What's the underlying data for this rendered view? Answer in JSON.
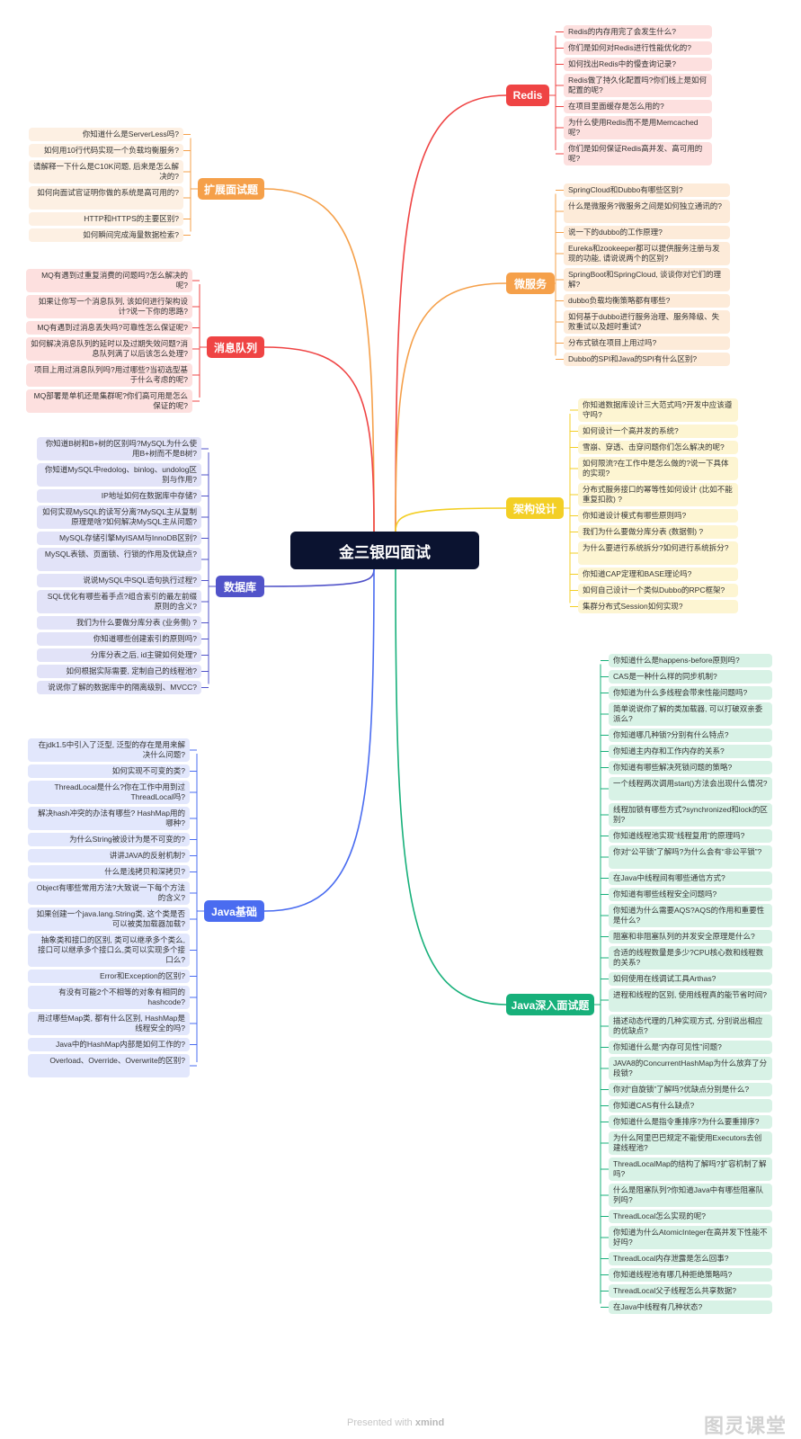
{
  "root": {
    "label": "金三银四面试"
  },
  "branches": [
    {
      "label": "Redis",
      "color": "#ef4444",
      "leafBg": "#fde0df",
      "items": [
        "Redis的内存用完了会发生什么?",
        "你们是如何对Redis进行性能优化的?",
        "如何找出Redis中的慢查询记录?",
        "Redis做了持久化配置吗?你们线上是如何配置的呢?",
        "在项目里面缓存是怎么用的?",
        "为什么使用Redis而不是用Memcached呢?",
        "你们是如何保证Redis高并发、高可用的呢?"
      ]
    },
    {
      "label": "微服务",
      "color": "#f5a04a",
      "leafBg": "#fdebd9",
      "items": [
        "SpringCloud和Dubbo有哪些区别?",
        "什么是微服务?微服务之间是如何独立通讯的?",
        "说一下的dubbo的工作原理?",
        "Eureka和zookeeper都可以提供服务注册与发现的功能, 请说说两个的区别?",
        "SpringBoot和SpringCloud, 谈谈你对它们的理解?",
        "dubbo负载均衡策略都有哪些?",
        "如何基于dubbo进行服务治理、服务降级、失败重试以及超时重试?",
        "分布式锁在项目上用过吗?",
        "Dubbo的SPI和Java的SPI有什么区别?"
      ]
    },
    {
      "label": "架构设计",
      "color": "#f3cf26",
      "leafBg": "#fdf5d2",
      "items": [
        "你知道数据库设计三大范式吗?开发中应该遵守吗?",
        "如何设计一个高并发的系统?",
        "雪崩、穿透、击穿问题你们怎么解决的呢?",
        "如何限流?在工作中是怎么做的?说一下具体的实现?",
        "分布式服务接口的幂等性如何设计 (比如不能重复扣款) ?",
        "你知道设计模式有哪些原则吗?",
        "我们为什么要做分库分表 (数据侧) ?",
        "为什么要进行系统拆分?如何进行系统拆分?",
        "你知道CAP定理和BASE理论吗?",
        "如何自己设计一个类似Dubbo的RPC框架?",
        "集群分布式Session如何实现?"
      ]
    },
    {
      "label": "Java深入面试题",
      "color": "#17b07a",
      "leafBg": "#d8f2e6",
      "items": [
        "你知道什么是happens-before原则吗?",
        "CAS是一种什么样的同步机制?",
        "你知道为什么多线程会带来性能问题吗?",
        "简单说说你了解的类加载器, 可以打破双亲委派么?",
        "你知道哪几种锁?分别有什么特点?",
        "你知道主内存和工作内存的关系?",
        "你知道有哪些解决死锁问题的策略?",
        "一个线程两次调用start()方法会出现什么情况?",
        "线程加锁有哪些方式?synchronized和lock的区别?",
        "你知道线程池实现“线程复用”的原理吗?",
        "你对“公平锁”了解吗?为什么会有“非公平锁”?",
        "在Java中线程间有哪些通信方式?",
        "你知道有哪些线程安全问题吗?",
        "你知道为什么需要AQS?AQS的作用和重要性是什么?",
        "阻塞和非阻塞队列的并发安全原理是什么?",
        "合适的线程数量是多少?CPU核心数和线程数的关系?",
        "如何使用在线调试工具Arthas?",
        "进程和线程的区别, 使用线程真的能节省时间?",
        "描述动态代理的几种实现方式, 分别说出相应的优缺点?",
        "你知道什么是“内存可见性”问题?",
        "JAVA8的ConcurrentHashMap为什么放弃了分段锁?",
        "你对“自旋锁”了解吗?优缺点分别是什么?",
        "你知道CAS有什么缺点?",
        "你知道什么是指令重排序?为什么要重排序?",
        "为什么阿里巴巴规定不能使用Executors去创建线程池?",
        "ThreadLocalMap的结构了解吗?扩容机制了解吗?",
        "什么是阻塞队列?你知道Java中有哪些阻塞队列吗?",
        "ThreadLocal怎么实现的呢?",
        "你知道为什么AtomicInteger在高并发下性能不好吗?",
        "ThreadLocal内存泄露是怎么回事?",
        "你知道线程池有哪几种拒绝策略吗?",
        "ThreadLocal父子线程怎么共享数据?",
        "在Java中线程有几种状态?"
      ]
    },
    {
      "label": "扩展面试题",
      "color": "#f5a04a",
      "leafBg": "#fdf0e3",
      "items": [
        "你知道什么是ServerLess吗?",
        "如何用10行代码实现一个负载均衡服务?",
        "请解释一下什么是C10K问题, 后来是怎么解决的?",
        "如何向面试官证明你做的系统是高可用的?",
        "HTTP和HTTPS的主要区别?",
        "如何瞬间完成海量数据检索?"
      ]
    },
    {
      "label": "消息队列",
      "color": "#ef4444",
      "leafBg": "#fde0df",
      "items": [
        "MQ有遇到过重复消费的问题吗?怎么解决的呢?",
        "如果让你写一个消息队列, 该如何进行架构设计?说一下你的思路?",
        "MQ有遇到过消息丢失吗?可靠性怎么保证呢?",
        "如何解决消息队列的延时以及过期失效问题?消息队列满了以后该怎么处理?",
        "项目上用过消息队列吗?用过哪些?当初选型基于什么考虑的呢?",
        "MQ部署是单机还是集群呢?你们高可用是怎么保证的呢?"
      ]
    },
    {
      "label": "数据库",
      "color": "#5153c9",
      "leafBg": "#e2e3f8",
      "items": [
        "你知道B树和B+树的区别吗?MySQL为什么使用B+树而不是B树?",
        "你知道MySQL中redolog、binlog、undolog区别与作用?",
        "IP地址如何在数据库中存储?",
        "如何实现MySQL的读写分离?MySQL主从复制原理是啥?如何解决MySQL主从问题?",
        "MySQL存储引擎MyISAM与InnoDB区别?",
        "MySQL表锁、页面锁、行锁的作用及优缺点?",
        "说说MySQL中SQL语句执行过程?",
        "SQL优化有哪些着手点?组合索引的最左前缀原则的含义?",
        "我们为什么要做分库分表 (业务侧) ?",
        "你知道哪些创建索引的原则吗?",
        "分库分表之后, id主键如何处理?",
        "如何根据实际需要, 定制自己的线程池?",
        "说说你了解的数据库中的隔离级别、MVCC?"
      ]
    },
    {
      "label": "Java基础",
      "color": "#4a6cf0",
      "leafBg": "#e2e7fc",
      "items": [
        "在jdk1.5中引入了泛型, 泛型的存在是用来解决什么问题?",
        "如何实现不可变的类?",
        "ThreadLocal是什么?你在工作中用到过ThreadLocal吗?",
        "解决hash冲突的办法有哪些? HashMap用的哪种?",
        "为什么String被设计为是不可变的?",
        "讲讲JAVA的反射机制?",
        "什么是浅拷贝和深拷贝?",
        "Object有哪些常用方法?大致说一下每个方法的含义?",
        "如果创建一个java.lang.String类, 这个类是否可以被类加载器加载?",
        "抽象类和接口的区别, 类可以继承多个类么, 接口可以继承多个接口么,类可以实现多个接口么?",
        "Error和Exception的区别?",
        "有没有可能2个不相等的对象有相同的hashcode?",
        "用过哪些Map类, 都有什么区别, HashMap是线程安全的吗?",
        "Java中的HashMap内部是如何工作的?",
        "Overload、Override、Overwrite的区别?"
      ]
    }
  ],
  "footer": {
    "prefix": "Presented with",
    "brand": "xmind"
  },
  "watermark": "图灵课堂"
}
